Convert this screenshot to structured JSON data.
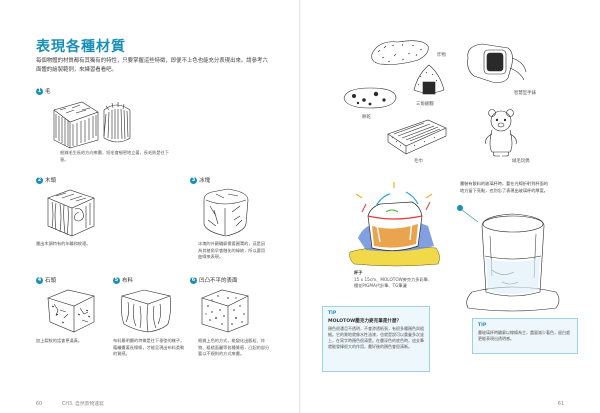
{
  "left": {
    "title": "表現各種材質",
    "intro": "每個物體的材質都有其獨有的特性，只要掌握這些特徵，即便不上色也能充分表現出來。請參考六面體的繪製範例，來練習看看吧。",
    "sections": [
      {
        "num": "1",
        "label": "毛",
        "caption": "根據毛生長的方向來畫，短毛會細密地立著，長毛則是往下垂。"
      },
      {
        "num": "2",
        "label": "木頭",
        "caption": "畫出木頭特有的年輪和紋理。"
      },
      {
        "num": "3",
        "label": "冰塊",
        "caption": "冰塊的外觀輪廓需要圓潤的，這是因為其稜角早會融化的緣故，所以要用曲線來表現。"
      },
      {
        "num": "4",
        "label": "石頭",
        "caption": "加上裂紋的話會更逼真。"
      },
      {
        "num": "5",
        "label": "布料",
        "caption": "布料最明顯的特徵是往下垂墜的樣子，藉曬畫著長線條，才能呈現出布料柔軟的質感。"
      },
      {
        "num": "6",
        "label": "凹凸不平的表面",
        "caption": "根據上色的方式，能變化出飯粒、炸物、粗糙面麗等各種質感，凸起的部分要以不規則的方式來畫。"
      }
    ],
    "footer": "CH3. 自然景物速寫",
    "page_number": "60"
  },
  "right": {
    "labels": {
      "fried": "炸物",
      "onigiri": "三角飯糰",
      "cookie": "餅乾",
      "watch": "智慧型手錶",
      "towel": "毛巾",
      "bear": "絨毛玩偶"
    },
    "glass_caption": {
      "title": "杯子",
      "lines": [
        "15 x 15cm、MOLOTOW麥克力多彩筆、",
        "櫻花PIGMA代針筆、TG筆灑"
      ]
    },
    "annotation": "畫裝有飲料的玻璃杯時，要在光線折射到杯面的地方留下亮點，也別忘了表現出玻璃杯的厚度。",
    "tip1": {
      "tag": "TIP",
      "title": "MOLOTOW壓克力麥克筆是什麼？",
      "body": "顏色很濃且不透明，不會渗透紙張，有很多種顏色與粗細。它的質地就像水性油漆，也就是說可以重疊多次塗上，在寫字時顏色很清楚。在畫深色的底色時，這支筆就能發揮很大的作用，畫好後的顏色會很清晰。"
    },
    "tip2": {
      "tag": "TIP",
      "body": "畫玻璃杯時輪廓以線條為主，盡量減少著色，留白處更能表現出透明感。"
    },
    "page_number": "61"
  },
  "colors": {
    "accent": "#1a8fb5",
    "tip_border": "#9fd0e3",
    "tip_bg": "#eef7fb"
  }
}
